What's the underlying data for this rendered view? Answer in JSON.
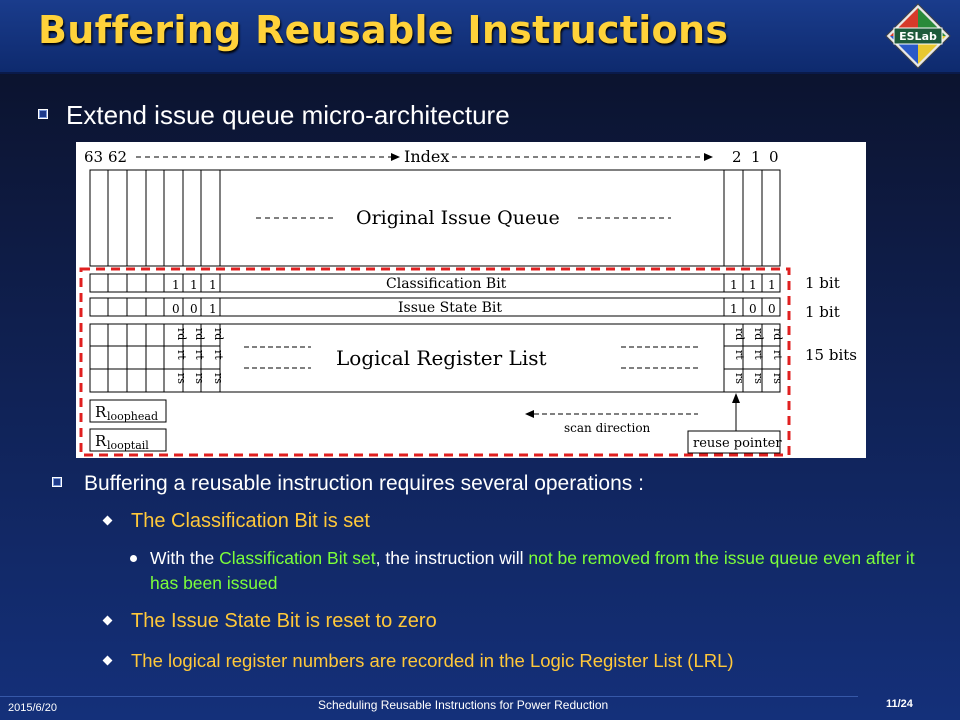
{
  "title": "Buffering Reusable Instructions",
  "logo_text": "ESLab",
  "bullet1": "Extend issue queue micro-architecture",
  "figure": {
    "index_label": "Index",
    "idx_63": "63",
    "idx_62": "62",
    "idx_2": "2",
    "idx_1": "1",
    "idx_0": "0",
    "oiq": "Original Issue Queue",
    "classification_bit": "Classification Bit",
    "issue_state_bit": "Issue State Bit",
    "lrl": "Logical Register List",
    "one": "1",
    "zero": "0",
    "rd": "rd",
    "rt": "rt",
    "rs": "rs",
    "r_letter": "R",
    "loophead": "loophead",
    "looptail": "looptail",
    "scan_direction": "scan direction",
    "reuse_pointer": "reuse pointer",
    "bits_1a": "1 bit",
    "bits_1b": "1 bit",
    "bits_15": "15 bits"
  },
  "bullet2": "Buffering a reusable instruction requires several operations :",
  "sub1": "The Classification Bit is set",
  "subsub": {
    "p1": "With the ",
    "p2": "Classification Bit set",
    "p3": ", the instruction will ",
    "p4": "not be removed from the issue queue even after it has been issued"
  },
  "sub2": "The Issue State Bit is reset to zero",
  "sub3": "The logical register numbers are recorded in the Logic Register List (LRL)",
  "footer": {
    "date": "2015/6/20",
    "center": "Scheduling Reusable Instructions for Power Reduction",
    "page": "11/24"
  }
}
